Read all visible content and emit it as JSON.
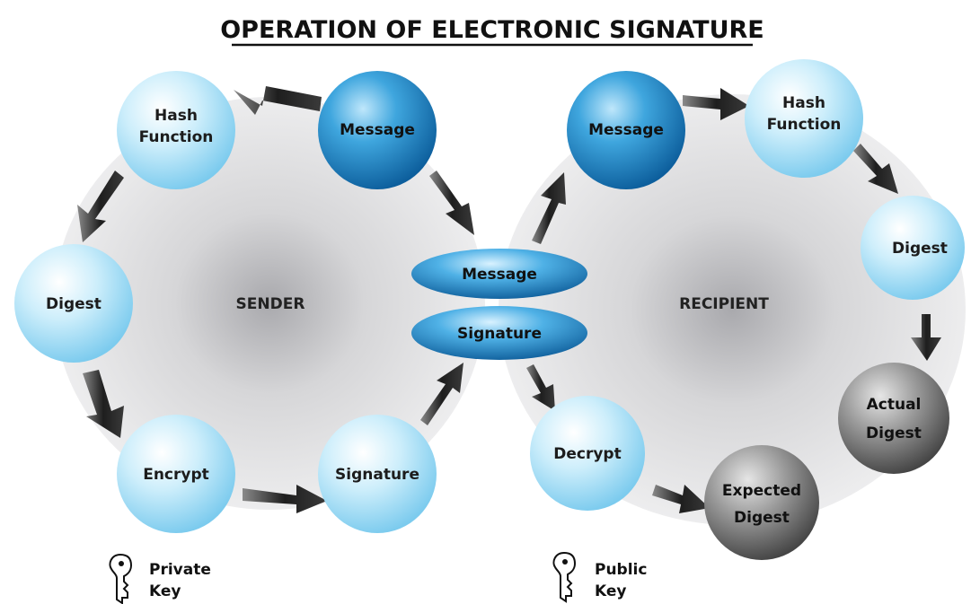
{
  "title": "OPERATION OF ELECTRONIC SIGNATURE",
  "sender": {
    "label": "SENDER",
    "nodes": {
      "hash_function": [
        "Hash",
        "Function"
      ],
      "message": "Message",
      "digest": "Digest",
      "encrypt": "Encrypt",
      "signature": "Signature"
    },
    "key": [
      "Private",
      "Key"
    ]
  },
  "recipient": {
    "label": "RECIPIENT",
    "nodes": {
      "message": "Message",
      "hash_function": [
        "Hash",
        "Function"
      ],
      "digest": "Digest",
      "actual_digest": [
        "Actual",
        "Digest"
      ],
      "expected_digest": [
        "Expected",
        "Digest"
      ],
      "decrypt": "Decrypt"
    },
    "key": [
      "Public",
      "Key"
    ]
  },
  "transmission": {
    "message": "Message",
    "signature": "Signature"
  },
  "colors": {
    "light_node": "#aee0f5",
    "dark_node": "#1f87c9",
    "gray_node": "#7a7a7a",
    "background_disc": "#e6e6e6",
    "arrow": "#2b2b2b"
  }
}
